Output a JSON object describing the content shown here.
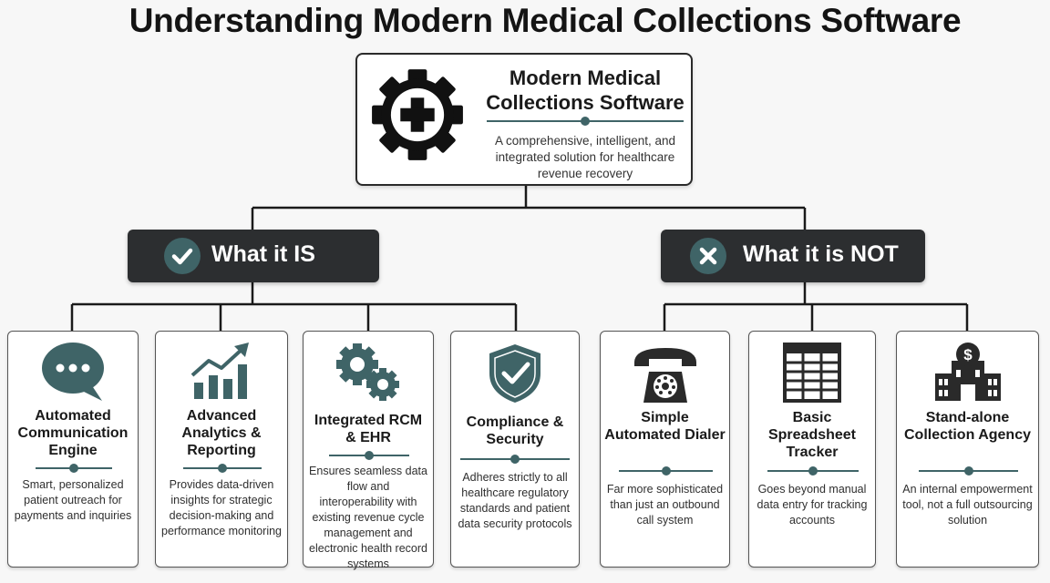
{
  "title": "Understanding Modern Medical Collections Software",
  "root": {
    "title": "Modern Medical Collections Software",
    "description": "A comprehensive, intelligent, and integrated solution for healthcare revenue recovery",
    "icon": "gear-medical-cross-icon"
  },
  "categories": {
    "is": {
      "label": "What it IS",
      "icon": "checkmark-circle-icon"
    },
    "is_not": {
      "label": "What it is NOT",
      "icon": "x-circle-icon"
    }
  },
  "is_items": [
    {
      "title": "Automated Communication Engine",
      "description": "Smart, personalized patient outreach for payments and inquiries",
      "icon": "speech-bubble-icon"
    },
    {
      "title": "Advanced Analytics & Reporting",
      "description": "Provides data-driven insights for strategic decision-making and performance monitoring",
      "icon": "bar-chart-trend-icon"
    },
    {
      "title": "Integrated RCM & EHR",
      "description": "Ensures seamless data flow and interoperability with existing revenue cycle management and electronic health record systems",
      "icon": "gears-icon"
    },
    {
      "title": "Compliance & Security",
      "description": "Adheres strictly to all healthcare regulatory standards and patient data security protocols",
      "icon": "shield-check-icon"
    }
  ],
  "not_items": [
    {
      "title": "Simple Automated Dialer",
      "description": "Far more sophisticated than just an outbound call system",
      "icon": "rotary-phone-icon"
    },
    {
      "title": "Basic Spreadsheet Tracker",
      "description": "Goes beyond manual data entry for tracking accounts",
      "icon": "spreadsheet-icon"
    },
    {
      "title": "Stand-alone Collection Agency",
      "description": "An internal empowerment tool, not a full outsourcing solution",
      "icon": "bank-building-icon"
    }
  ],
  "colors": {
    "accent": "#3f6467",
    "dark": "#2c2e30",
    "icon": "#2a2a2a"
  }
}
